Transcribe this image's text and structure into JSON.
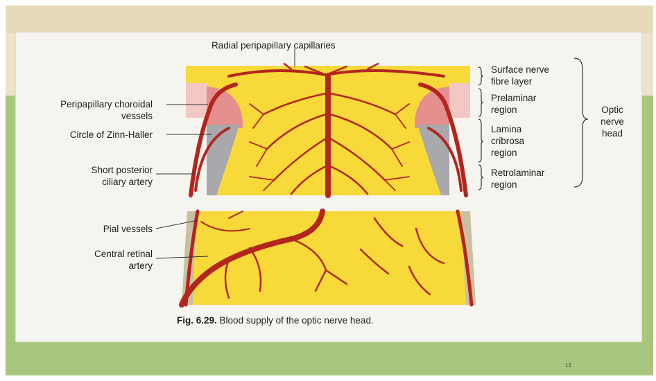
{
  "labels": {
    "top": "Radial peripapillary capillaries",
    "left_1a": "Peripapillary choroidal",
    "left_1b": "vessels",
    "left_2": "Circle of Zinn-Haller",
    "left_3a": "Short posterior",
    "left_3b": "ciliary artery",
    "left_4": "Pial vessels",
    "left_5a": "Central retinal",
    "left_5b": "artery",
    "right_1a": "Surface nerve",
    "right_1b": "fibre layer",
    "right_2a": "Prelaminar",
    "right_2b": "region",
    "right_3a": "Lamina",
    "right_3b": "cribrosa",
    "right_3c": "region",
    "right_4a": "Retrolaminar",
    "right_4b": "region",
    "group_a": "Optic",
    "group_b": "nerve",
    "group_c": "head"
  },
  "caption": {
    "fig": "Fig. 6.29.",
    "text": "Blood supply of the optic nerve head."
  },
  "page_number": "12",
  "colors": {
    "nerve": "#f7d93a",
    "vessel": "#b3261e",
    "choroid": "#e9a0a0",
    "lamina": "#a9a9a9",
    "slide_green": "#a9c67f",
    "slide_beige": "#ece3c8"
  }
}
